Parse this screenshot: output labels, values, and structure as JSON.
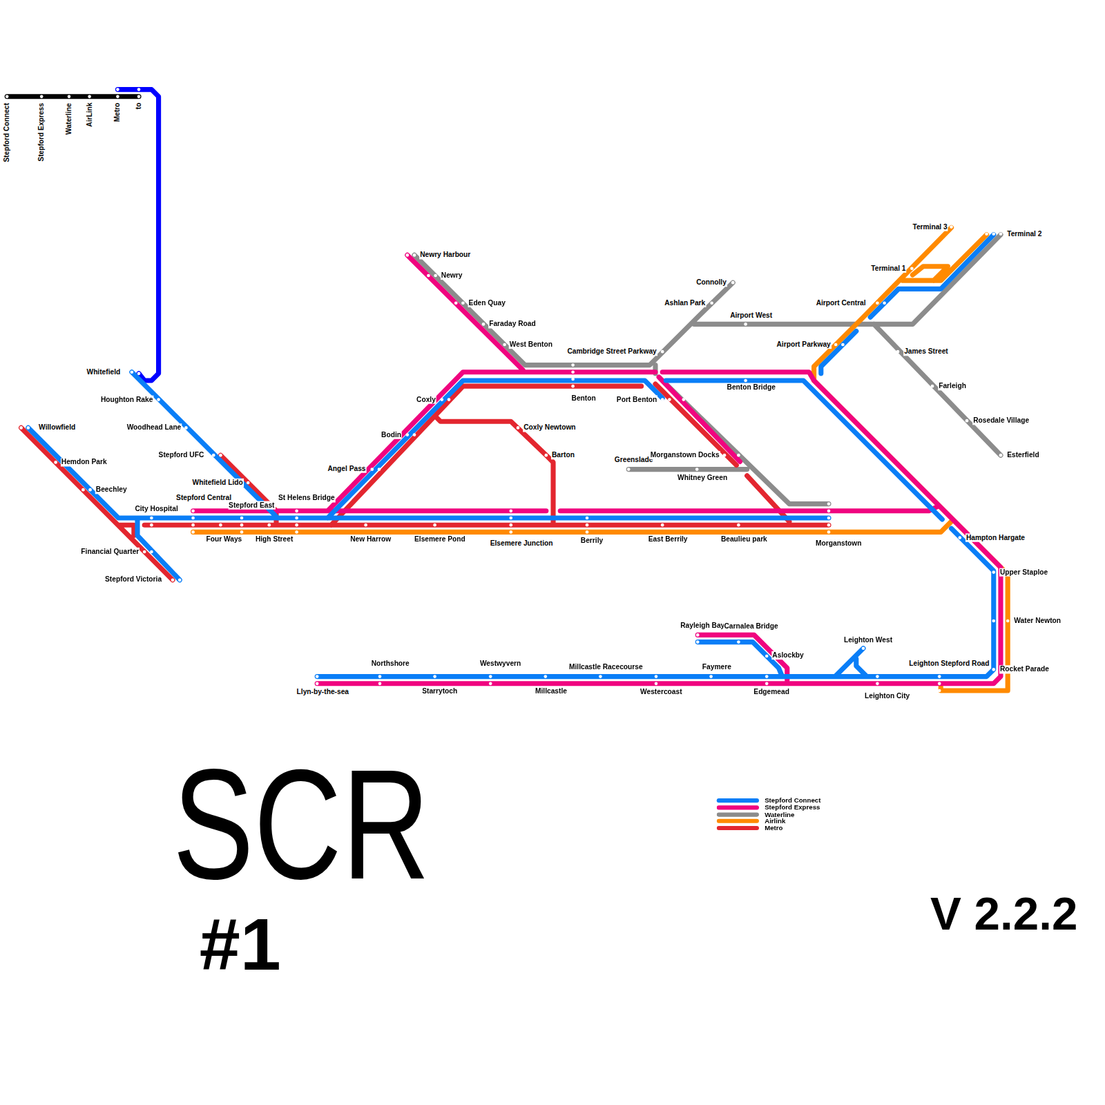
{
  "diagram": {
    "title": "SCR",
    "labels": [
      "Stepford Connect",
      "Stepford Express",
      "Waterline",
      "AirLink",
      "Metro",
      "to",
      "Whitefield",
      "Houghton Rake",
      "Woodhead Lane",
      "Stepford UFC",
      "Whitefield Lido",
      "Willowfield",
      "Hemdon Park",
      "Beechley",
      "City Hospital",
      "Financial Quarter",
      "Stepford Victoria",
      "Stepford Central",
      "Stepford East",
      "Four Ways",
      "High Street",
      "St Helens Bridge",
      "New Harrow",
      "Elsemere Pond",
      "Elsemere Junction",
      "Berrily",
      "East Berrily",
      "Beaulieu park",
      "Morganstown",
      "Angel Pass",
      "Bodin",
      "Coxly",
      "Coxly Newtown",
      "Barton",
      "Newry Harbour",
      "Newry",
      "Eden Quay",
      "Faraday Road",
      "West Benton",
      "Cambridge Street Parkway",
      "Benton",
      "Port Benton",
      "Benton Bridge",
      "Connolly",
      "Ashlan Park",
      "Airport West",
      "Greenslade",
      "Morganstown Docks",
      "Whitney Green",
      "Airport Central",
      "Airport Parkway",
      "Terminal 3",
      "Terminal 1",
      "Terminal 2",
      "James Street",
      "Farleigh",
      "Rosedale Village",
      "Esterfield",
      "Hampton Hargate",
      "Upper Staploe",
      "Water Newton",
      "Rocket Parade",
      "Leighton Stepford Road",
      "Leighton West",
      "Leighton City",
      "Rayleigh Bay",
      "Carnalea Bridge",
      "Aslockby",
      "Faymere",
      "Edgemead",
      "Westercoast",
      "Millcastle Racecourse",
      "Millcastle",
      "Westwyvern",
      "Starrytoch",
      "Northshore",
      "Llyn-by-the-sea",
      "#1",
      "V 2.2.2"
    ],
    "legend": [
      {
        "text": "Stepford Connect",
        "color": "#0a7ef7"
      },
      {
        "text": "Stepford Express",
        "color": "#f0047f"
      },
      {
        "text": "Waterline",
        "color": "#8c8c8c"
      },
      {
        "text": "Airlink",
        "color": "#ff8a00"
      },
      {
        "text": "Metro",
        "color": "#e3262f"
      }
    ]
  }
}
